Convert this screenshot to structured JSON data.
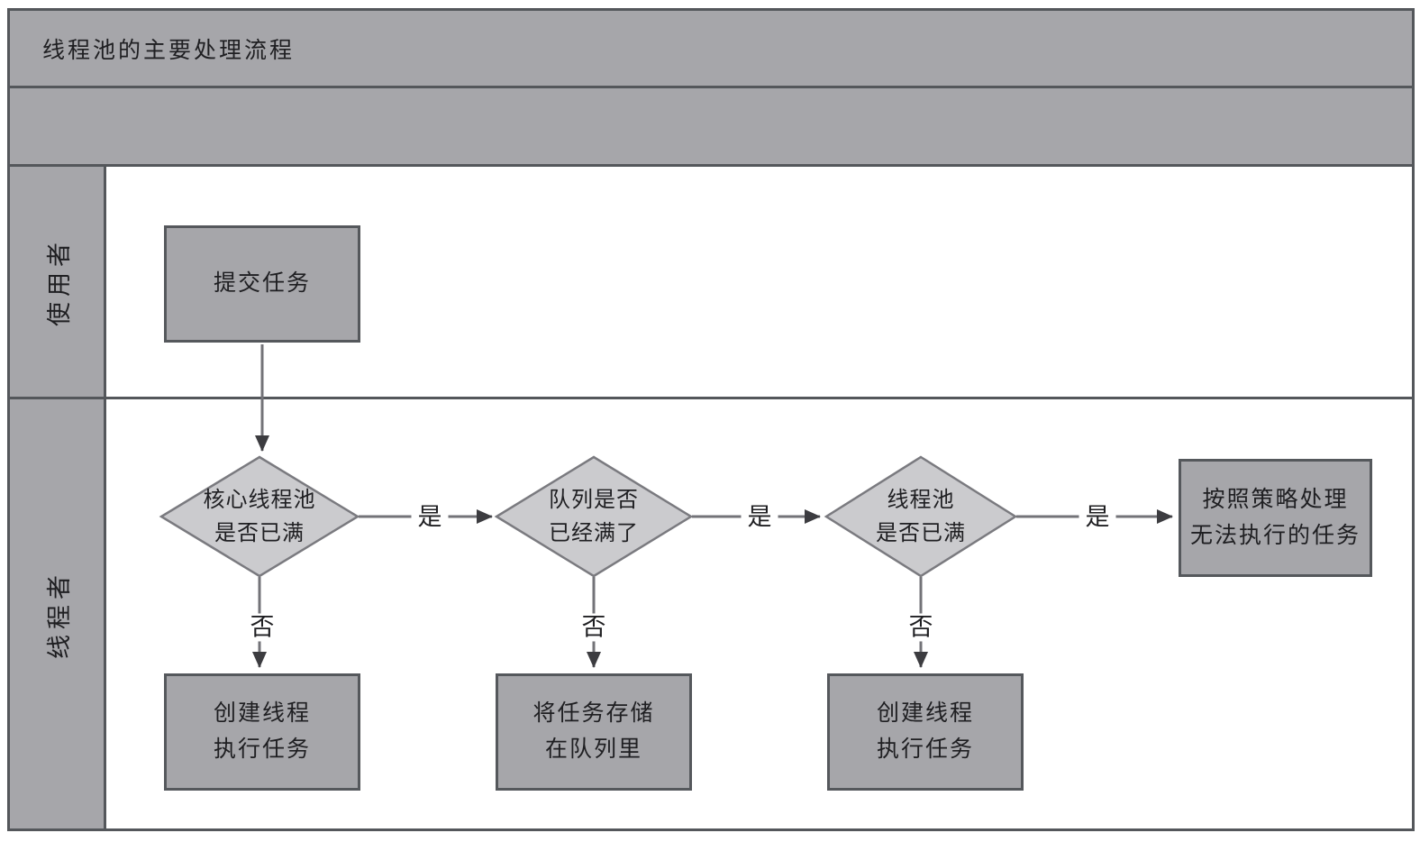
{
  "diagram": {
    "title": "线程池的主要处理流程",
    "lanes": [
      {
        "label": "使用者"
      },
      {
        "label": "线程者"
      }
    ],
    "nodes": {
      "submit": {
        "label": "提交任务"
      },
      "decision_core": {
        "line1": "核心线程池",
        "line2": "是否已满"
      },
      "decision_queue": {
        "line1": "队列是否",
        "line2": "已经满了"
      },
      "decision_pool": {
        "line1": "线程池",
        "line2": "是否已满"
      },
      "policy": {
        "line1": "按照策略处理",
        "line2": "无法执行的任务"
      },
      "create_thread_1": {
        "line1": "创建线程",
        "line2": "执行任务"
      },
      "store_queue": {
        "line1": "将任务存储",
        "line2": "在队列里"
      },
      "create_thread_2": {
        "line1": "创建线程",
        "line2": "执行任务"
      }
    },
    "edge_labels": {
      "yes": "是",
      "no": "否"
    },
    "colors": {
      "band_fill": "#a6a6aa",
      "node_fill": "#a6a6aa",
      "diamond_fill": "#cbcbce",
      "frame_border": "#54575b",
      "connector_line": "#737378",
      "arrowhead": "#3c3c40",
      "text": "#1f1f22"
    }
  }
}
